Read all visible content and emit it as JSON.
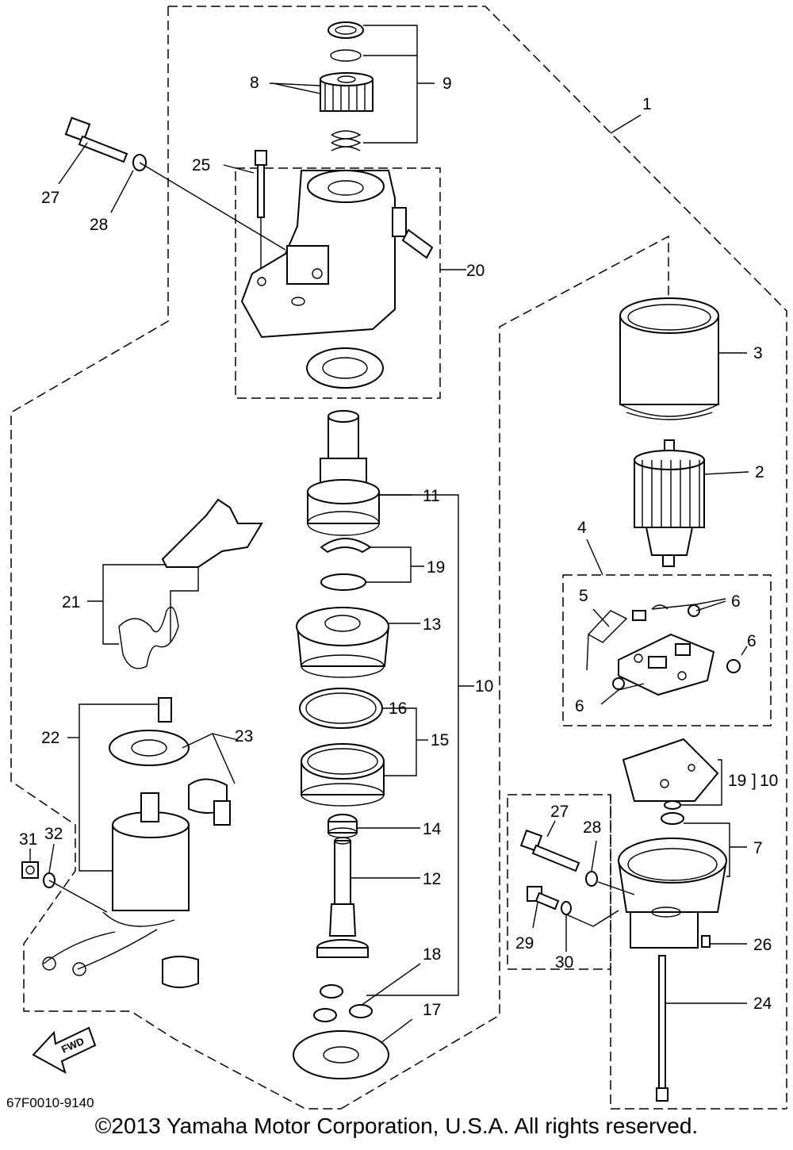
{
  "labels": {
    "p1": "1",
    "p2": "2",
    "p3": "3",
    "p4": "4",
    "p5": "5",
    "p6a": "6",
    "p6b": "6",
    "p6c": "6",
    "p7": "7",
    "p8": "8",
    "p9": "9",
    "p10a": "10",
    "p10b": "10",
    "p11": "11",
    "p12": "12",
    "p13": "13",
    "p14": "14",
    "p15": "15",
    "p16": "16",
    "p17": "17",
    "p18": "18",
    "p19a": "19",
    "p19b": "19",
    "p20": "20",
    "p21": "21",
    "p22": "22",
    "p23": "23",
    "p24": "24",
    "p25": "25",
    "p26": "26",
    "p27a": "27",
    "p27b": "27",
    "p28a": "28",
    "p28b": "28",
    "p29": "29",
    "p30": "30",
    "p31": "31",
    "p32": "32"
  },
  "fwd_label": "FWD",
  "diagram_code": "67F0010-9140",
  "copyright": "©2013 Yamaha Motor Corporation, U.S.A. All rights reserved."
}
